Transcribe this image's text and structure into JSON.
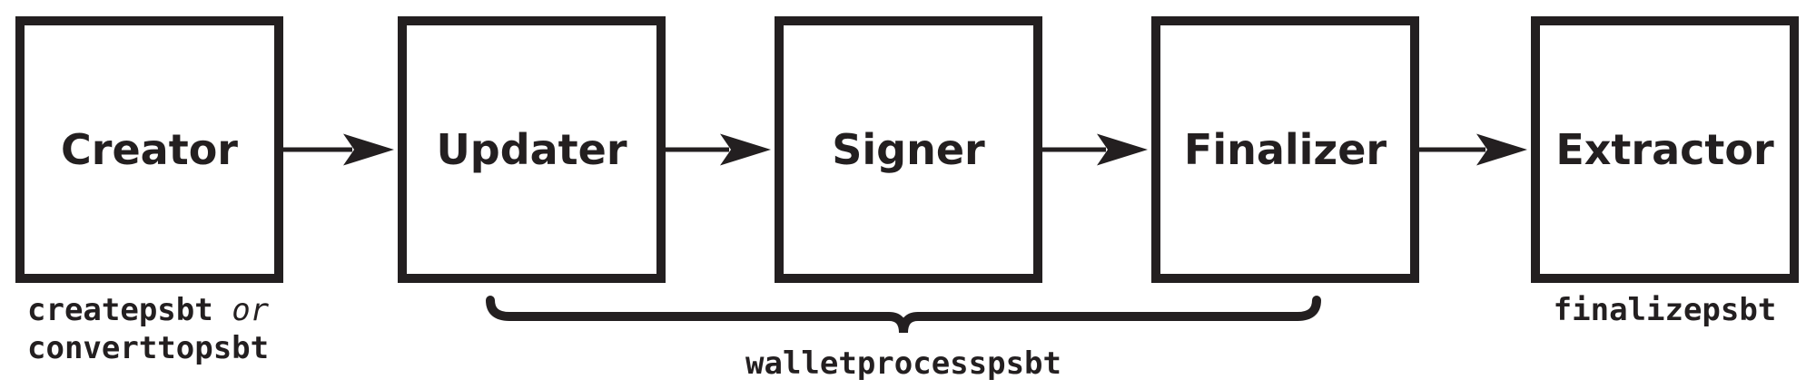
{
  "figure": {
    "type": "flow-diagram",
    "description": "PSBT role workflow",
    "background": "#ffffff",
    "ink": "#231f20"
  },
  "stages": [
    {
      "label": "Creator"
    },
    {
      "label": "Updater"
    },
    {
      "label": "Signer"
    },
    {
      "label": "Finalizer"
    },
    {
      "label": "Extractor"
    }
  ],
  "captions": {
    "creator_command_1": "createpsbt",
    "creator_conjunction": "or",
    "creator_command_2": "converttopsbt",
    "group_command": "walletprocesspsbt",
    "extractor_command": "finalizepsbt"
  },
  "icons": {
    "connector": "arrow-right-icon",
    "grouping": "underbrace-icon"
  }
}
